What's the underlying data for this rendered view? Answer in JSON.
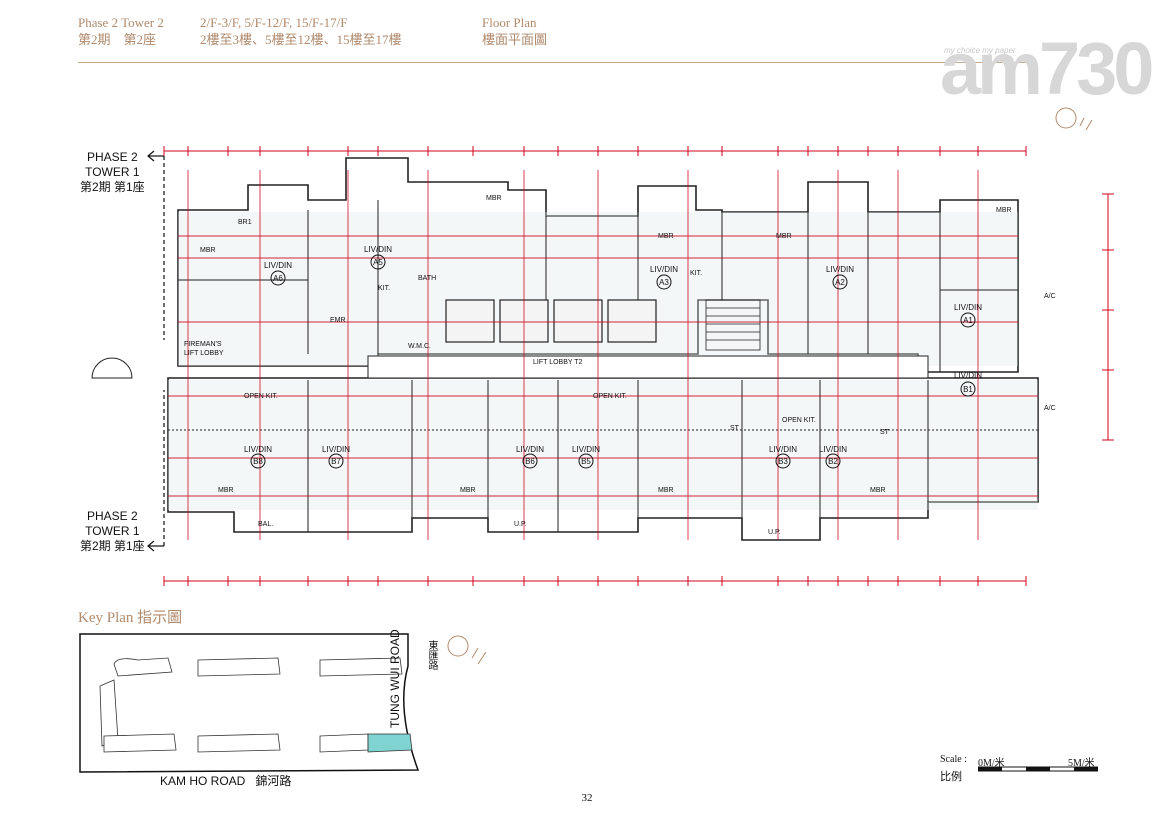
{
  "header": {
    "phase_en": "Phase 2  Tower 2",
    "phase_zh": "第2期　第2座",
    "floors_en": "2/F-3/F, 5/F-12/F, 15/F-17/F",
    "floors_zh": "2樓至3樓、5樓至12樓、15樓至17樓",
    "type_en": "Floor Plan",
    "type_zh": "樓面平面圖"
  },
  "watermark": {
    "tagline": "my choice my paper",
    "brand": "am730"
  },
  "plan": {
    "neighbor_top": [
      "PHASE 2",
      "TOWER 1",
      "第2期 第1座"
    ],
    "neighbor_bottom": [
      "PHASE 2",
      "TOWER 1",
      "第2期 第1座"
    ],
    "lift_lobby": "LIFT LOBBY T2",
    "fireman_lobby": [
      "FIREMAN'S",
      "LIFT LOBBY"
    ],
    "emr": "EMR",
    "wmc": "W.M.C.",
    "units_top": [
      "A6",
      "A5",
      "A3",
      "A2",
      "A1"
    ],
    "units_bottom": [
      "B8",
      "B7",
      "B6",
      "B5",
      "B3",
      "B2",
      "B1"
    ],
    "room_liv": "LIV/DIN",
    "room_mbr": "MBR",
    "room_br1": "BR1",
    "room_bal": "BAL.",
    "room_kit": "KIT.",
    "room_bath": "BATH",
    "room_open_kit": "OPEN KIT.",
    "room_st": "ST",
    "room_up": "U.P.",
    "room_ac": "A/C"
  },
  "keyplan": {
    "title": "Key Plan 指示圖",
    "road_bottom_en": "KAM HO ROAD",
    "road_bottom_zh": "錦河路",
    "road_right_en": "TUNG WUI ROAD",
    "road_right_zh": "東匯路"
  },
  "scale": {
    "label_en": "Scale :",
    "label_zh": "比例",
    "zero": "0M/米",
    "five": "5M/米"
  },
  "page_number": "32",
  "colors": {
    "header_text": "#b08a6c",
    "dimension_red": "#d0021b",
    "linework": "#222222",
    "highlight": "#7fd3d0"
  }
}
